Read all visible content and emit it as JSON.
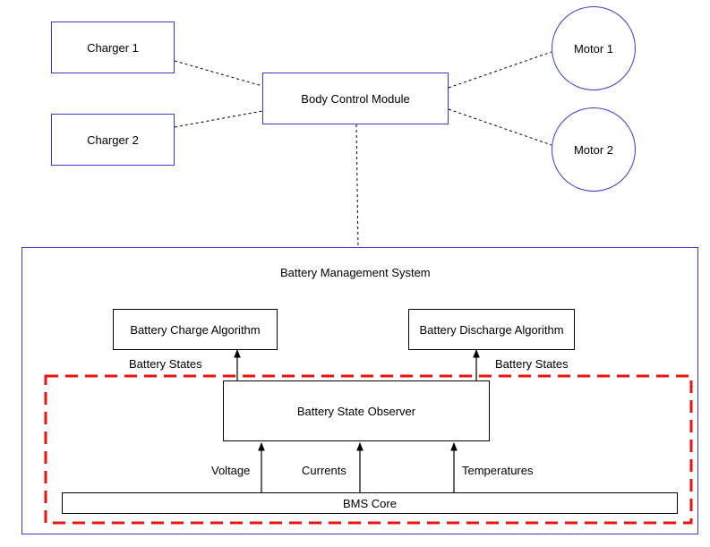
{
  "nodes": {
    "charger1": "Charger 1",
    "charger2": "Charger 2",
    "bcm": "Body Control Module",
    "motor1": "Motor 1",
    "motor2": "Motor 2",
    "bms": "Battery Management System",
    "charge_algo": "Battery Charge Algorithm",
    "discharge_algo": "Battery Discharge Algorithm",
    "observer": "Battery State Observer",
    "core": "BMS Core"
  },
  "edge_labels": {
    "states_left": "Battery States",
    "states_right": "Battery States",
    "voltage": "Voltage",
    "currents": "Currents",
    "temperatures": "Temperatures"
  },
  "colors": {
    "outer_border": "#3b3bcf",
    "observer_region": "#ee1111",
    "connector": "#000000"
  }
}
